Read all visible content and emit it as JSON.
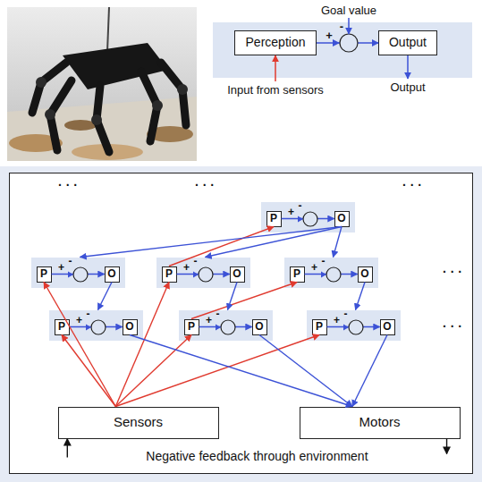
{
  "diagram": {
    "nodes": [
      {
        "text": [
          "+",
          "-"
        ]
      },
      {
        "text": [
          "Perception"
        ],
        "in": 0
      },
      {
        "text": [
          "Output"
        ],
        "in": 0
      },
      {
        "text": [
          "· · ·",
          "· · ·",
          "· · ·",
          "· · ·",
          "· · ·"
        ]
      },
      {
        "text": [
          "+",
          "-"
        ],
        "in": 3
      },
      {
        "text": [
          "P"
        ],
        "in": 4
      },
      {
        "text": [
          "O"
        ],
        "in": 4
      },
      {
        "text": [
          "+",
          "-"
        ],
        "in": 3
      },
      {
        "text": [
          "P"
        ],
        "in": 7
      },
      {
        "text": [
          "O"
        ],
        "in": 7
      },
      {
        "text": [
          "+",
          "-"
        ],
        "in": 3
      },
      {
        "text": [
          "P"
        ],
        "in": 10
      },
      {
        "text": [
          "O"
        ],
        "in": 10
      },
      {
        "text": [
          "+",
          "-"
        ],
        "in": 3
      },
      {
        "text": [
          "P"
        ],
        "in": 13
      },
      {
        "text": [
          "O"
        ],
        "in": 13
      },
      {
        "text": [
          "+",
          "-"
        ],
        "in": 3
      },
      {
        "text": [
          "P"
        ],
        "in": 16
      },
      {
        "text": [
          "O"
        ],
        "in": 16
      },
      {
        "text": [
          "+",
          "-"
        ],
        "in": 3
      },
      {
        "text": [
          "P"
        ],
        "in": 19
      },
      {
        "text": [
          "O"
        ],
        "in": 19
      },
      {
        "text": [
          "+",
          "-"
        ],
        "in": 3
      },
      {
        "text": [
          "P"
        ],
        "in": 22
      },
      {
        "text": [
          "O"
        ],
        "in": 22
      },
      {
        "text": [
          "Sensors"
        ],
        "in": 3
      },
      {
        "text": [
          "Motors"
        ],
        "in": 3
      }
    ],
    "edges": [
      {
        "from": 1,
        "to": 2,
        "arrow": "to"
      },
      {
        "from": 5,
        "to": 6,
        "arrow": "to"
      },
      {
        "from": 8,
        "to": 9,
        "arrow": "to"
      },
      {
        "from": 11,
        "to": 12,
        "arrow": "to"
      },
      {
        "from": 14,
        "to": 15,
        "arrow": "to"
      },
      {
        "from": 17,
        "to": 18,
        "arrow": "to"
      },
      {
        "from": 20,
        "to": 21,
        "arrow": "to"
      },
      {
        "from": 23,
        "to": 24,
        "arrow": "to"
      },
      {
        "from": 25,
        "to": 17,
        "arrow": "to"
      },
      {
        "from": 25,
        "to": 8,
        "arrow": "to"
      },
      {
        "from": 25,
        "to": 11,
        "arrow": "to"
      },
      {
        "from": 25,
        "to": 20,
        "arrow": "to"
      },
      {
        "from": 25,
        "to": 23,
        "arrow": "to"
      },
      {
        "from": 11,
        "to": 5,
        "arrow": "to"
      },
      {
        "from": 20,
        "to": 14,
        "arrow": "to"
      },
      {
        "from": 6,
        "to": 7,
        "arrow": "to"
      },
      {
        "from": 6,
        "to": 10,
        "arrow": "to"
      },
      {
        "from": 6,
        "to": 13,
        "arrow": "to"
      },
      {
        "from": 9,
        "to": 16,
        "arrow": "to"
      },
      {
        "from": 12,
        "to": 19,
        "arrow": "to"
      },
      {
        "from": 15,
        "to": 22,
        "arrow": "to"
      },
      {
        "from": 18,
        "to": 26,
        "arrow": "to"
      },
      {
        "from": 21,
        "to": 26,
        "arrow": "to"
      },
      {
        "from": 24,
        "to": 26,
        "arrow": "to"
      },
      {
        "from": 26,
        "to": 25,
        "label": "Negative feedback through environment",
        "arrow": "to"
      }
    ],
    "labels": [
      "Goal value",
      "Input from sensors",
      "Output"
    ]
  }
}
